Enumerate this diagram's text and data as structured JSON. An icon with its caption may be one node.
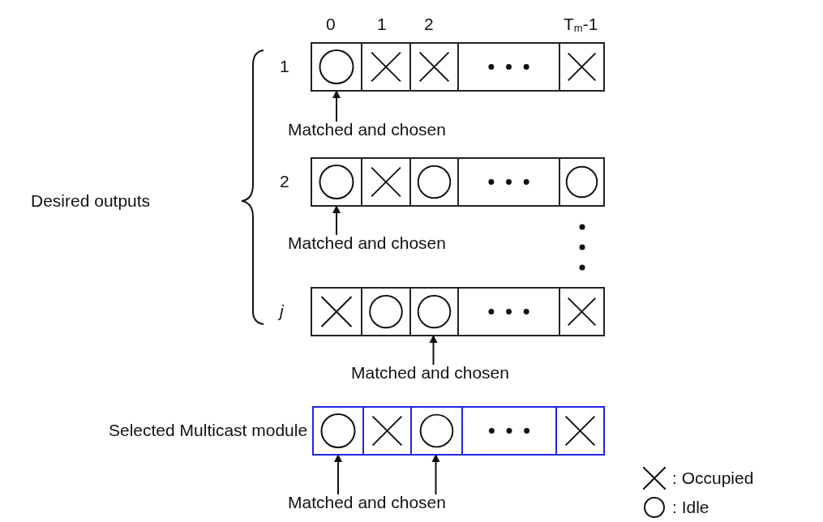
{
  "diagram": {
    "nodes": [
      {
        "text": [],
        "shape": "box",
        "beside": [
          "1"
        ]
      },
      {
        "text": [],
        "shape": "circle",
        "in": 0
      },
      {
        "text": [],
        "shape": "cross",
        "in": 0
      },
      {
        "text": [],
        "shape": "cross",
        "in": 0
      },
      {
        "text": [],
        "shape": "dots",
        "in": 0
      },
      {
        "text": [],
        "shape": "cross",
        "in": 0
      },
      {
        "text": [
          "Matched and chosen"
        ]
      },
      {
        "text": [],
        "shape": "box",
        "beside": [
          "2"
        ]
      },
      {
        "text": [],
        "shape": "circle",
        "in": 7
      },
      {
        "text": [],
        "shape": "cross",
        "in": 7
      },
      {
        "text": [],
        "shape": "circle",
        "in": 7
      },
      {
        "text": [],
        "shape": "dots",
        "in": 7
      },
      {
        "text": [],
        "shape": "circle",
        "in": 7
      },
      {
        "text": [
          "Matched and chosen"
        ]
      },
      {
        "text": [],
        "shape": "box",
        "beside": [
          "j"
        ]
      },
      {
        "text": [],
        "shape": "cross",
        "in": 14
      },
      {
        "text": [],
        "shape": "circle",
        "in": 14
      },
      {
        "text": [],
        "shape": "circle",
        "in": 14
      },
      {
        "text": [],
        "shape": "dots",
        "in": 14
      },
      {
        "text": [],
        "shape": "cross",
        "in": 14
      },
      {
        "text": [
          "Matched and chosen"
        ]
      },
      {
        "text": [],
        "shape": "box",
        "beside": [
          "Selected Multicast module"
        ]
      },
      {
        "text": [],
        "shape": "circle",
        "in": 21
      },
      {
        "text": [],
        "shape": "cross",
        "in": 21
      },
      {
        "text": [],
        "shape": "circle",
        "in": 21
      },
      {
        "text": [],
        "shape": "dots",
        "in": 21
      },
      {
        "text": [],
        "shape": "cross",
        "in": 21
      },
      {
        "text": [
          "Matched and chosen"
        ]
      }
    ],
    "edges": [
      {
        "from": 6,
        "to": 1,
        "arrow": "to"
      },
      {
        "from": 13,
        "to": 8,
        "arrow": "to"
      },
      {
        "from": 20,
        "to": 17,
        "arrow": "to"
      },
      {
        "from": 27,
        "to": 22,
        "arrow": "to"
      },
      {
        "from": 27,
        "to": 24,
        "arrow": "to"
      }
    ],
    "labels": [
      "0",
      "1",
      "2",
      "T$_{m}$-1",
      "Desired outputs"
    ],
    "legend": [
      {
        "text": ": Occupied"
      },
      {
        "text": ": Idle"
      }
    ]
  }
}
